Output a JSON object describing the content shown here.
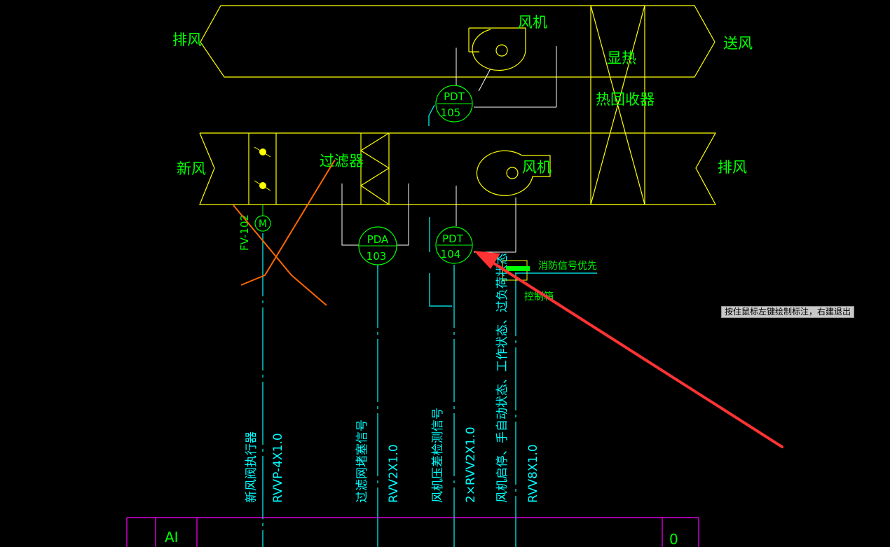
{
  "ahu": {
    "top_left_label": "排风",
    "top_right_label": "送风",
    "bottom_left_label": "新风",
    "bottom_right_label": "排风",
    "fan_top_label": "风机",
    "fan_bottom_label": "风机",
    "heat_recovery_line1": "显热",
    "heat_recovery_line2": "热回收器",
    "filter_label": "过滤器"
  },
  "instruments": {
    "pdt105": {
      "tag": "PDT",
      "num": "105"
    },
    "pdt104": {
      "tag": "PDT",
      "num": "104"
    },
    "pda103": {
      "tag": "PDA",
      "num": "103"
    },
    "damper_motor": "M",
    "valve_tag": "FV-102"
  },
  "signals": {
    "fire_priority": "消防信号优先",
    "control_box": "控制箱"
  },
  "cables": [
    {
      "desc": "新风阀执行器",
      "spec": "RVVP-4X1.0"
    },
    {
      "desc": "过滤网堵塞信号",
      "spec": "RVV2X1.0"
    },
    {
      "desc": "风机压差检测信号",
      "spec": "2×RVV2X1.0"
    },
    {
      "desc": "风机启停、手自动状态、工作状态、过负荷状态",
      "spec": "RVV8X1.0"
    }
  ],
  "table": {
    "cell_ai": "AI",
    "cell_zero": "0"
  },
  "tooltip": "按住鼠标左键绘制标注，右建退出",
  "colors": {
    "background": "#000000",
    "duct_line": "#ffff00",
    "text": "#00ff00",
    "cable_line": "#00ffff",
    "table_line": "#ff00ff",
    "annotation_arrow": "#ff3333",
    "cloud_line": "#ff6600"
  }
}
